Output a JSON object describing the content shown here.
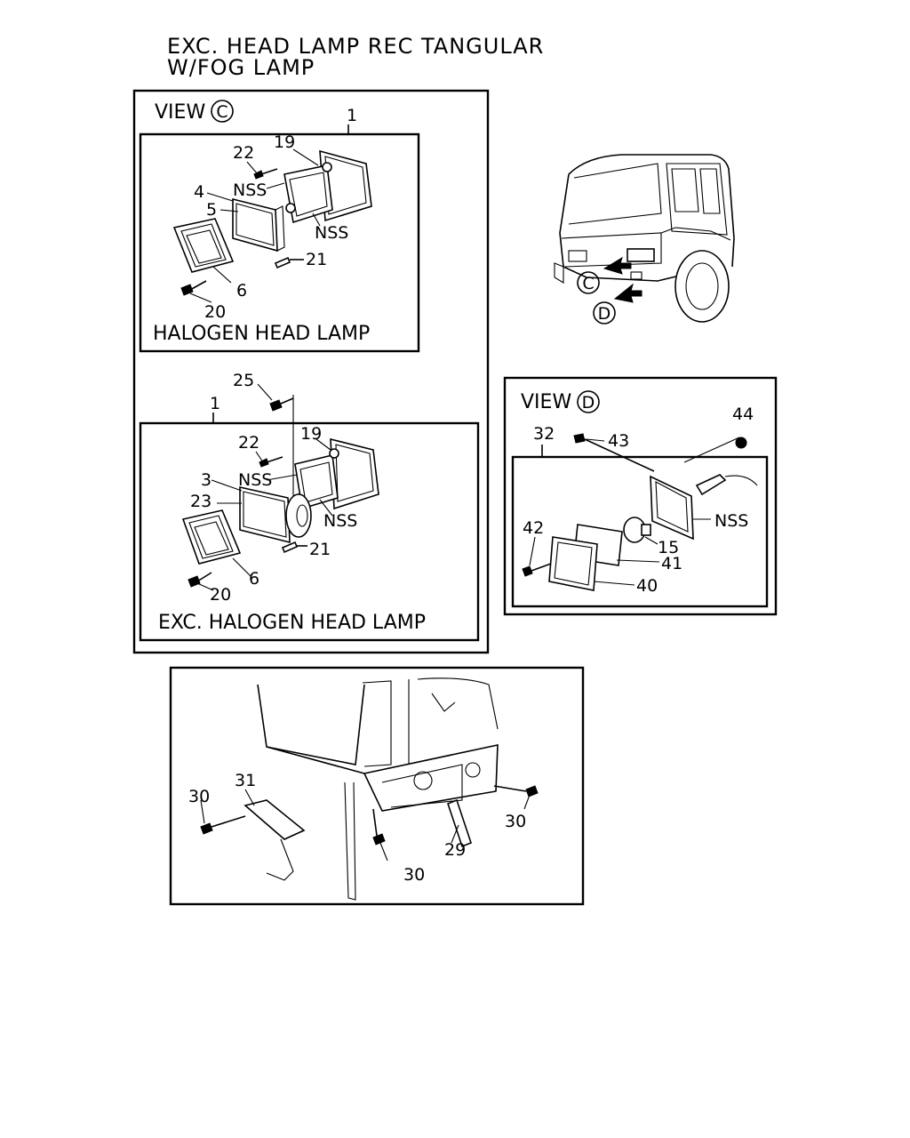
{
  "title": {
    "line1": "EXC. HEAD LAMP REC TANGULAR",
    "line2": "W/FOG LAMP"
  },
  "view_c": {
    "label": "VIEW",
    "letter": "C",
    "halogen": {
      "caption": "HALOGEN HEAD LAMP",
      "callouts": {
        "assembly": "1",
        "p22": "22",
        "p19": "19",
        "nss1": "NSS",
        "p4": "4",
        "p5": "5",
        "nss2": "NSS",
        "p21": "21",
        "p6": "6",
        "p20": "20"
      }
    },
    "non_halogen": {
      "caption": "EXC. HALOGEN HEAD LAMP",
      "callouts": {
        "p25": "25",
        "assembly": "1",
        "p22": "22",
        "p19": "19",
        "p3": "3",
        "nss1": "NSS",
        "p23": "23",
        "nss2": "NSS",
        "p21": "21",
        "p6": "6",
        "p20": "20"
      }
    }
  },
  "truck": {
    "marker_c": "C",
    "marker_d": "D"
  },
  "view_d": {
    "label": "VIEW",
    "letter": "D",
    "callouts": {
      "p44": "44",
      "p32": "32",
      "p43": "43",
      "nss": "NSS",
      "p42": "42",
      "p15": "15",
      "p41": "41",
      "p40": "40"
    }
  },
  "bracket": {
    "callouts": {
      "p31": "31",
      "p30a": "30",
      "p30b": "30",
      "p29": "29",
      "p30c": "30"
    }
  }
}
